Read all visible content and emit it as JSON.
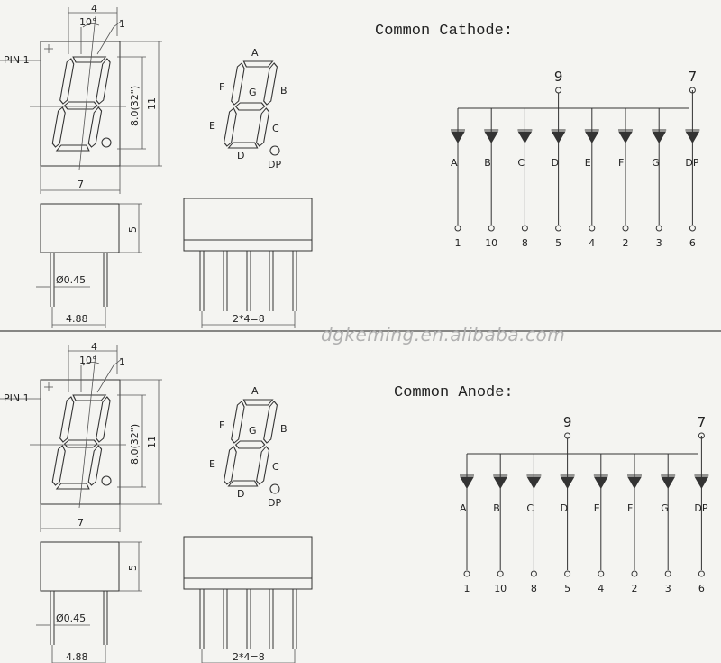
{
  "watermark": "dgkeming.en.alibaba.com",
  "panels": [
    {
      "title": "Common Cathode:",
      "common_pins": [
        "9",
        "7"
      ],
      "diodes": [
        {
          "segment": "A",
          "pin": "1"
        },
        {
          "segment": "B",
          "pin": "10"
        },
        {
          "segment": "C",
          "pin": "8"
        },
        {
          "segment": "D",
          "pin": "5"
        },
        {
          "segment": "E",
          "pin": "4"
        },
        {
          "segment": "F",
          "pin": "2"
        },
        {
          "segment": "G",
          "pin": "3"
        },
        {
          "segment": "DP",
          "pin": "6"
        }
      ],
      "dims": {
        "top_width": "4",
        "angle": "10°",
        "corner": "1",
        "pin1": "PIN 1",
        "height_seg": "8.0(32\")",
        "height_total": "11",
        "width": "7",
        "side_h": "5",
        "pin_dia": "Ø0.45",
        "row_spacing": "4.88",
        "pitch": "2*4=8"
      },
      "labels": {
        "a": "A",
        "b": "B",
        "c": "C",
        "d": "D",
        "e": "E",
        "f": "F",
        "g": "G",
        "dp": "DP"
      }
    },
    {
      "title": "Common Anode:",
      "common_pins": [
        "9",
        "7"
      ],
      "diodes": [
        {
          "segment": "A",
          "pin": "1"
        },
        {
          "segment": "B",
          "pin": "10"
        },
        {
          "segment": "C",
          "pin": "8"
        },
        {
          "segment": "D",
          "pin": "5"
        },
        {
          "segment": "E",
          "pin": "4"
        },
        {
          "segment": "F",
          "pin": "2"
        },
        {
          "segment": "G",
          "pin": "3"
        },
        {
          "segment": "DP",
          "pin": "6"
        }
      ],
      "dims": {
        "top_width": "4",
        "angle": "10°",
        "corner": "1",
        "pin1": "PIN 1",
        "height_seg": "8.0(32\")",
        "height_total": "11",
        "width": "7",
        "side_h": "5",
        "pin_dia": "Ø0.45",
        "row_spacing": "4.88",
        "pitch": "2*4=8"
      },
      "labels": {
        "a": "A",
        "b": "B",
        "c": "C",
        "d": "D",
        "e": "E",
        "f": "F",
        "g": "G",
        "dp": "DP"
      }
    }
  ]
}
